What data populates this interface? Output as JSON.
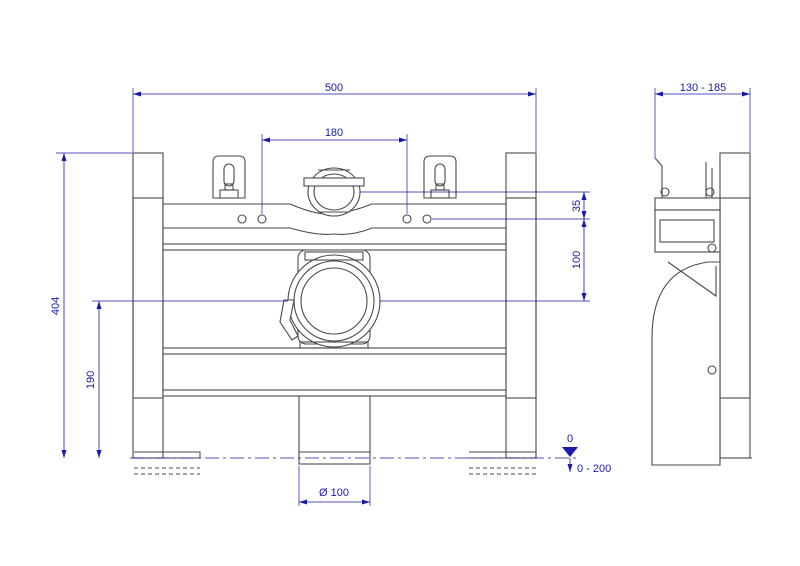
{
  "dimensions": {
    "width_total": "500",
    "hole_spacing": "180",
    "height_total": "404",
    "outlet_height": "190",
    "upper_offset": "35",
    "inlet_offset": "100",
    "pipe_diameter": "Ø 100",
    "depth_range": "130 - 185",
    "floor_zero": "0",
    "floor_range": "0 - 200"
  },
  "colors": {
    "dimension": "#1a1aa8",
    "outline": "#4a4a4a",
    "background": "#ffffff"
  }
}
